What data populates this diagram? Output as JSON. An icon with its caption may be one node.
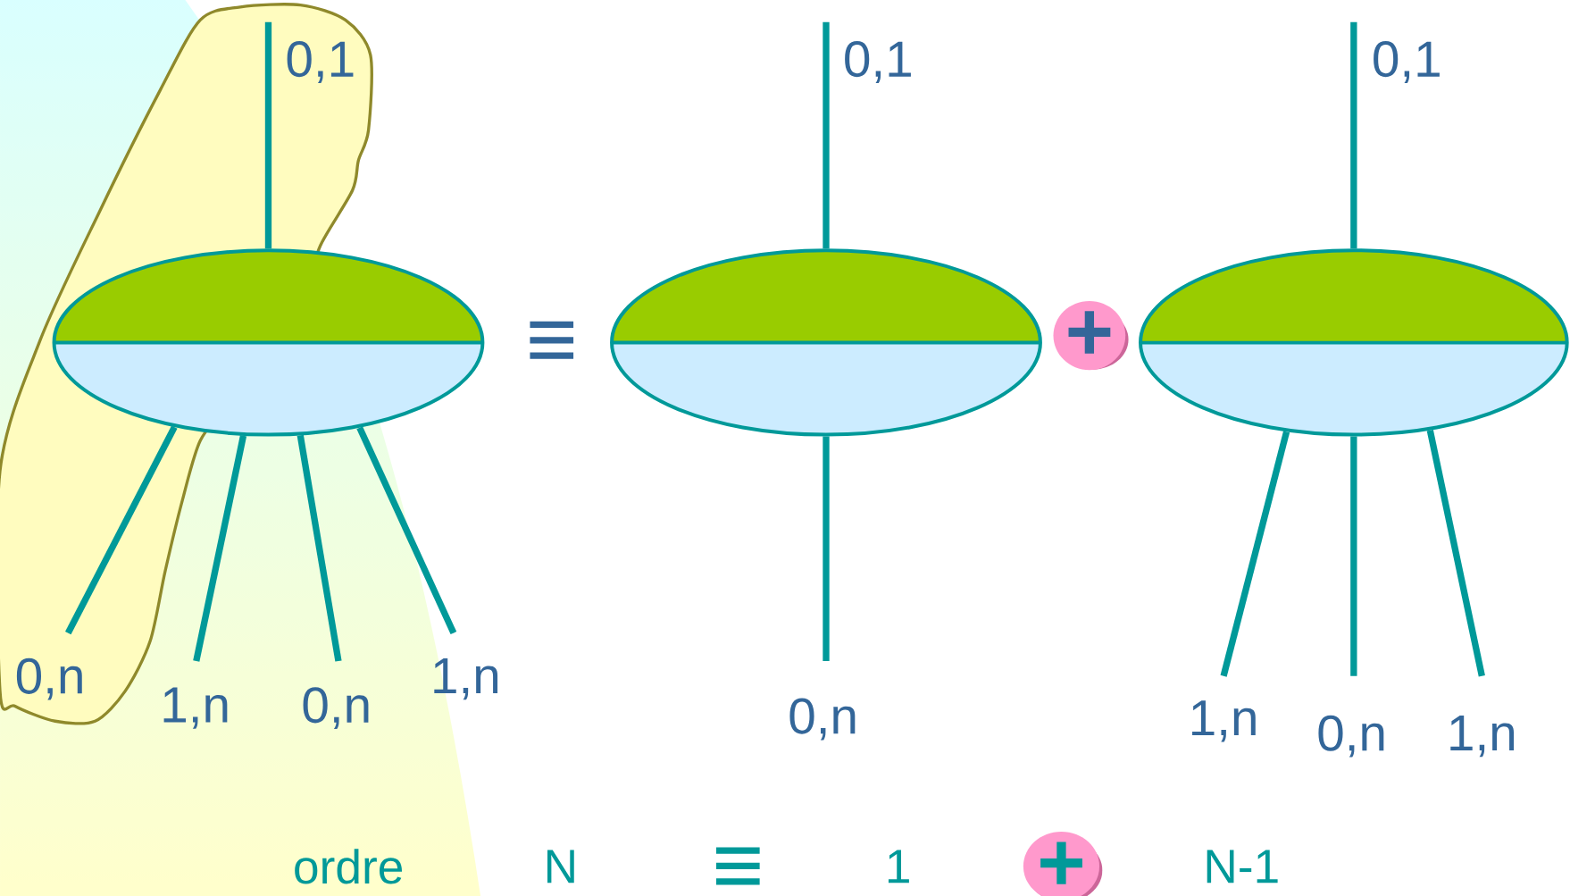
{
  "diagram": {
    "nodes": [
      {
        "text": [],
        "shape": "ellipse"
      },
      {
        "text": [],
        "shape": "ellipse"
      },
      {
        "text": [
          "+"
        ]
      },
      {
        "text": [],
        "shape": "ellipse"
      },
      {
        "text": [
          "+"
        ]
      }
    ],
    "edges": [
      {
        "from": 0,
        "to": null,
        "arrow": "none",
        "label": "0,1"
      },
      {
        "from": 0,
        "to": null,
        "arrow": "none",
        "label": "0,n"
      },
      {
        "from": 0,
        "to": null,
        "arrow": "none",
        "label": "1,n"
      },
      {
        "from": 0,
        "to": null,
        "arrow": "none",
        "label": "0,n"
      },
      {
        "from": 0,
        "to": null,
        "arrow": "none",
        "label": "1,n"
      },
      {
        "from": 1,
        "to": null,
        "arrow": "none",
        "label": "0,1"
      },
      {
        "from": 1,
        "to": null,
        "arrow": "none",
        "label": "0,n"
      },
      {
        "from": 3,
        "to": null,
        "arrow": "none",
        "label": "0,1"
      },
      {
        "from": 3,
        "to": null,
        "arrow": "none",
        "label": "1,n"
      },
      {
        "from": 3,
        "to": null,
        "arrow": "none",
        "label": "0,n"
      },
      {
        "from": 3,
        "to": null,
        "arrow": "none",
        "label": "1,n"
      }
    ],
    "labels": [
      "≡",
      "ordre",
      "N",
      "≡",
      "1",
      "N-1"
    ]
  }
}
